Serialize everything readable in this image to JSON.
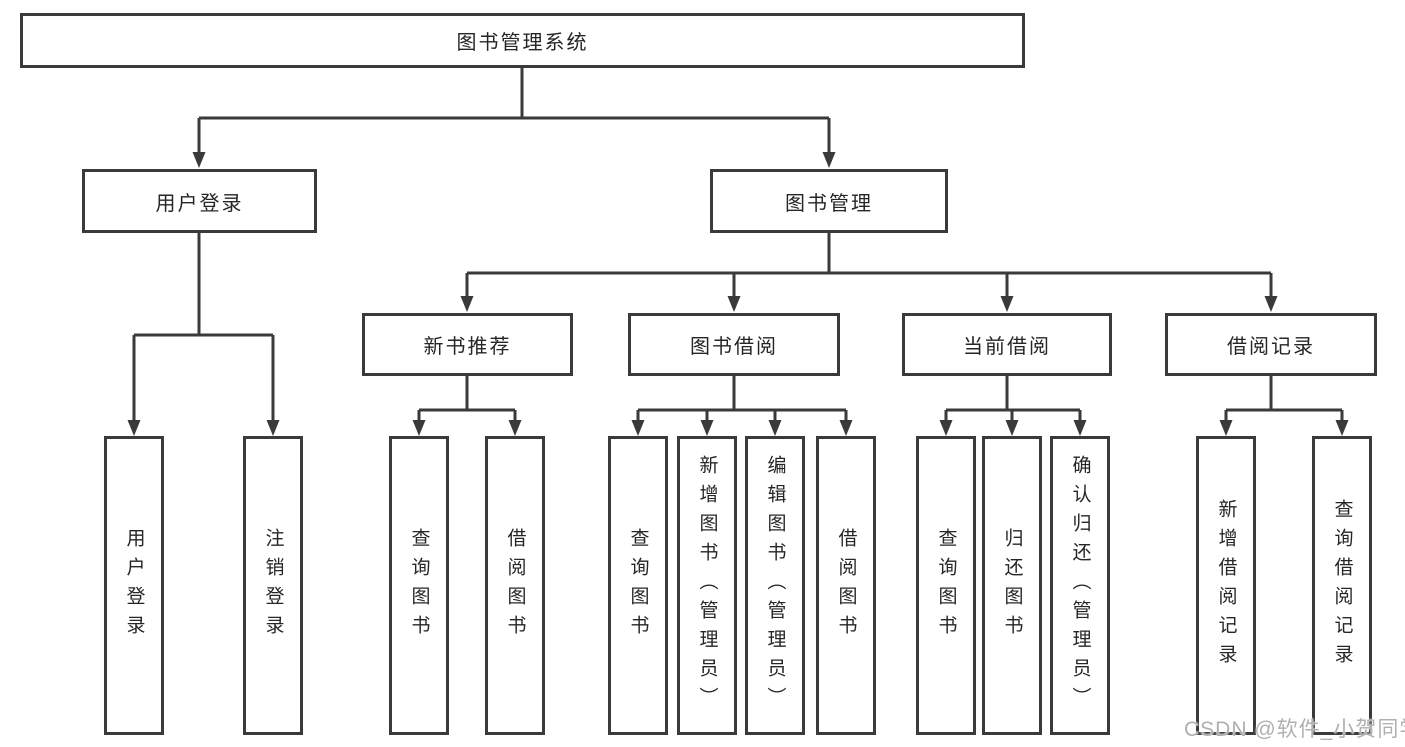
{
  "diagram": {
    "root": "图书管理系统",
    "branches": [
      {
        "label": "用户登录",
        "children": [
          "用户登录",
          "注销登录"
        ]
      },
      {
        "label": "图书管理",
        "groups": [
          {
            "label": "新书推荐",
            "children": [
              "查询图书",
              "借阅图书"
            ]
          },
          {
            "label": "图书借阅",
            "children": [
              "查询图书",
              "新增图书（管理员）",
              "编辑图书（管理员）",
              "借阅图书"
            ]
          },
          {
            "label": "当前借阅",
            "children": [
              "查询图书",
              "归还图书",
              "确认归还（管理员）"
            ]
          },
          {
            "label": "借阅记录",
            "children": [
              "新增借阅记录",
              "查询借阅记录"
            ]
          }
        ]
      }
    ]
  },
  "watermark": "CSDN @软件_小贺同学",
  "colors": {
    "line": "#3a3a3a",
    "box_background": "#ffffff",
    "text": "#262626",
    "watermark": "#b0b0b0"
  }
}
